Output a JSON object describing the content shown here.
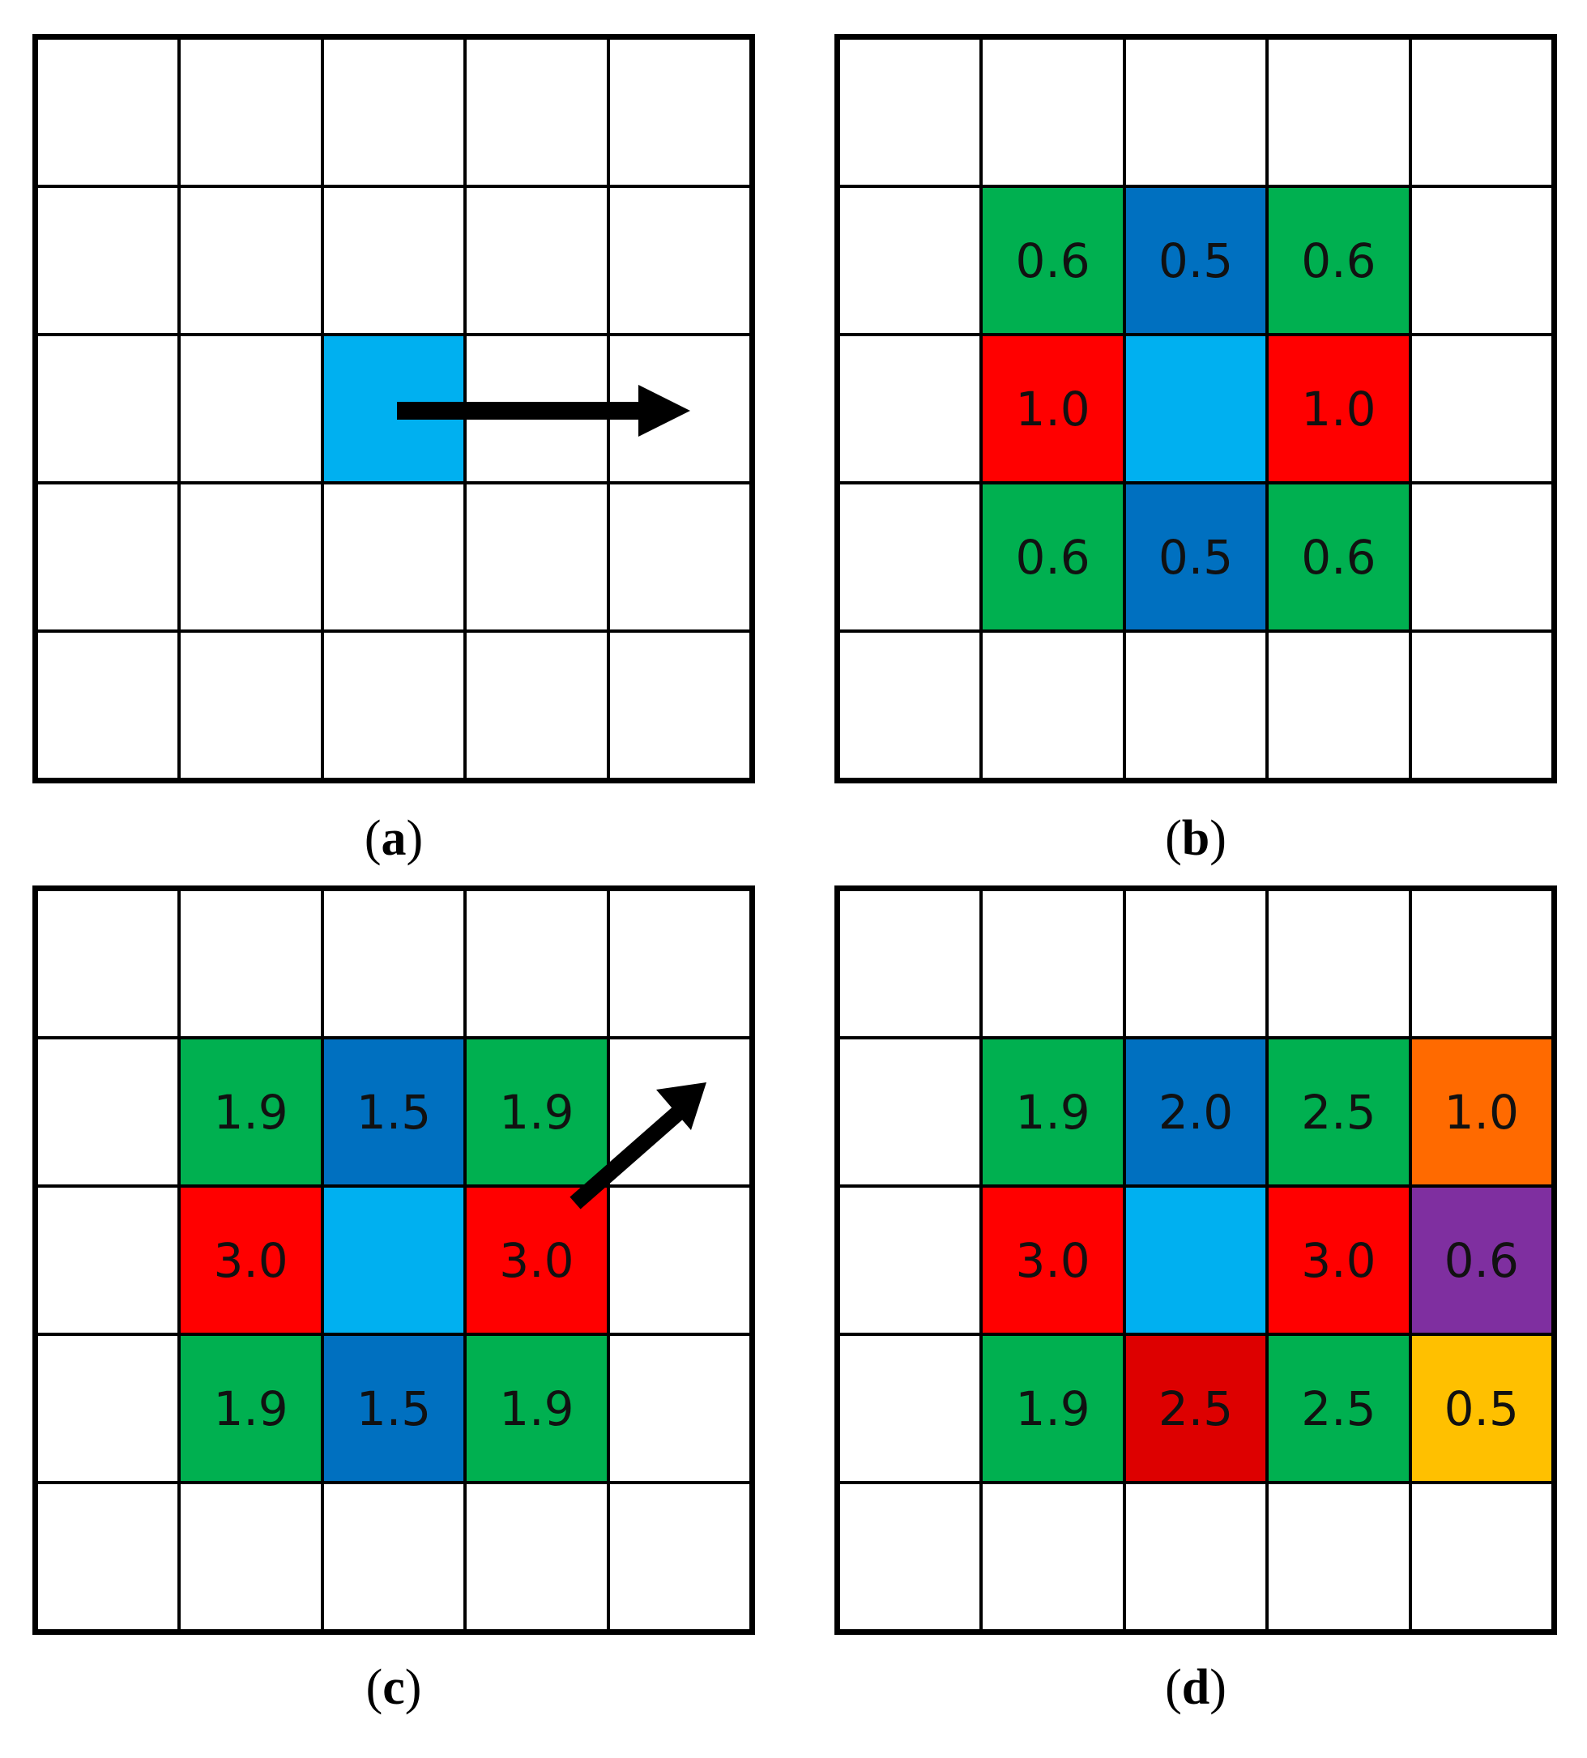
{
  "colors": {
    "empty": "#ffffff",
    "agent": "#00b0f0",
    "green": "#00b050",
    "blue": "#0070c0",
    "red": "#ff0000",
    "dark-red": "#dd0000",
    "orange": "#ff6a00",
    "purple": "#7f2fa0",
    "yellow": "#ffc000"
  },
  "panels": [
    {
      "id": "a",
      "label": "a",
      "grid": [
        [
          null,
          null,
          null,
          null,
          null
        ],
        [
          null,
          null,
          null,
          null,
          null
        ],
        [
          null,
          null,
          {
            "color": "agent",
            "value": ""
          },
          null,
          null
        ],
        [
          null,
          null,
          null,
          null,
          null
        ],
        [
          null,
          null,
          null,
          null,
          null
        ]
      ],
      "arrow": "right"
    },
    {
      "id": "b",
      "label": "b",
      "grid": [
        [
          null,
          null,
          null,
          null,
          null
        ],
        [
          null,
          {
            "color": "green",
            "value": "0.6"
          },
          {
            "color": "blue",
            "value": "0.5"
          },
          {
            "color": "green",
            "value": "0.6"
          },
          null
        ],
        [
          null,
          {
            "color": "red",
            "value": "1.0"
          },
          {
            "color": "agent",
            "value": ""
          },
          {
            "color": "red",
            "value": "1.0"
          },
          null
        ],
        [
          null,
          {
            "color": "green",
            "value": "0.6"
          },
          {
            "color": "blue",
            "value": "0.5"
          },
          {
            "color": "green",
            "value": "0.6"
          },
          null
        ],
        [
          null,
          null,
          null,
          null,
          null
        ]
      ],
      "arrow": null
    },
    {
      "id": "c",
      "label": "c",
      "grid": [
        [
          null,
          null,
          null,
          null,
          null
        ],
        [
          null,
          {
            "color": "green",
            "value": "1.9"
          },
          {
            "color": "blue",
            "value": "1.5"
          },
          {
            "color": "green",
            "value": "1.9"
          },
          null
        ],
        [
          null,
          {
            "color": "red",
            "value": "3.0"
          },
          {
            "color": "agent",
            "value": ""
          },
          {
            "color": "red",
            "value": "3.0"
          },
          null
        ],
        [
          null,
          {
            "color": "green",
            "value": "1.9"
          },
          {
            "color": "blue",
            "value": "1.5"
          },
          {
            "color": "green",
            "value": "1.9"
          },
          null
        ],
        [
          null,
          null,
          null,
          null,
          null
        ]
      ],
      "arrow": "up-right"
    },
    {
      "id": "d",
      "label": "d",
      "grid": [
        [
          null,
          null,
          null,
          null,
          null
        ],
        [
          null,
          {
            "color": "green",
            "value": "1.9"
          },
          {
            "color": "blue",
            "value": "2.0"
          },
          {
            "color": "green",
            "value": "2.5"
          },
          {
            "color": "orange",
            "value": "1.0"
          }
        ],
        [
          null,
          {
            "color": "red",
            "value": "3.0"
          },
          {
            "color": "agent",
            "value": ""
          },
          {
            "color": "red",
            "value": "3.0"
          },
          {
            "color": "purple",
            "value": "0.6"
          }
        ],
        [
          null,
          {
            "color": "green",
            "value": "1.9"
          },
          {
            "color": "dark-red",
            "value": "2.5"
          },
          {
            "color": "green",
            "value": "2.5"
          },
          {
            "color": "yellow",
            "value": "0.5"
          }
        ],
        [
          null,
          null,
          null,
          null,
          null
        ]
      ],
      "arrow": null
    }
  ]
}
